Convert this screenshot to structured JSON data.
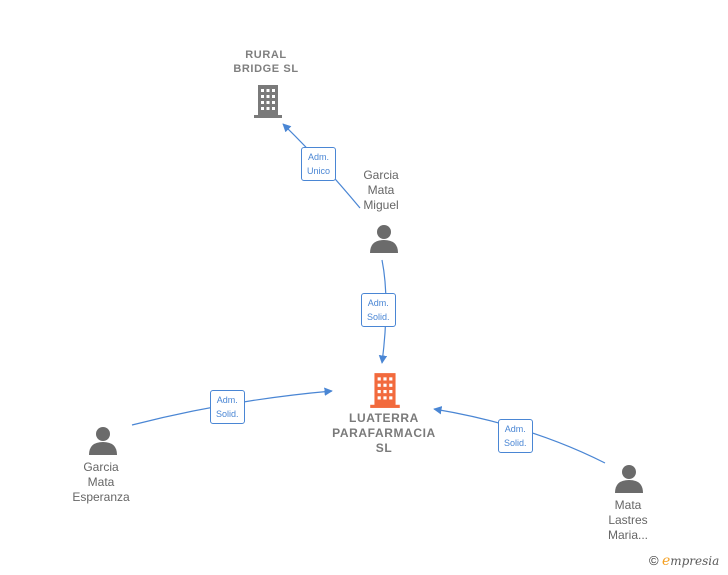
{
  "nodes": {
    "rural_bridge": {
      "label": "RURAL\nBRIDGE  SL",
      "type": "company"
    },
    "garcia_miguel": {
      "label": "Garcia\nMata\nMiguel",
      "type": "person"
    },
    "luaterra": {
      "label": "LUATERRA\nPARAFARMACIA\nSL",
      "type": "company-main"
    },
    "garcia_esperanza": {
      "label": "Garcia\nMata\nEsperanza",
      "type": "person"
    },
    "mata_maria": {
      "label": "Mata\nLastres\nMaria...",
      "type": "person"
    }
  },
  "edges": {
    "miguel_rural": "Adm.\nUnico",
    "miguel_luaterra": "Adm.\nSolid.",
    "esperanza_luaterra": "Adm.\nSolid.",
    "maria_luaterra": "Adm.\nSolid."
  },
  "colors": {
    "edge": "#4a86d4",
    "company_icon": "#7a7a7a",
    "main_company_icon": "#f26a3d",
    "person_icon": "#6b6b6b"
  },
  "brand": {
    "copyright": "©",
    "e": "e",
    "rest": "mpresia"
  }
}
